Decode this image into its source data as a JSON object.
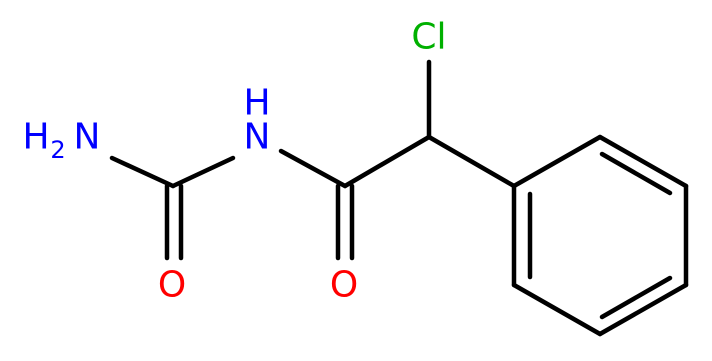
{
  "diagram": {
    "type": "chemical-structure",
    "atoms": {
      "chlorine": {
        "symbol": "Cl",
        "color": "#00b000"
      },
      "amide_nitrogen": {
        "symbol": "H\nN",
        "color": "#0000ff"
      },
      "amine": {
        "main": "H",
        "subscript": "2",
        "tail": "N",
        "color": "#0000ff"
      },
      "urea_oxygen": {
        "symbol": "O",
        "color": "#ff0000"
      },
      "acyl_oxygen": {
        "symbol": "O",
        "color": "#ff0000"
      }
    },
    "labels": {
      "cl": "Cl",
      "nh_h": "H",
      "nh_n": "N",
      "nh2_h": "H",
      "nh2_sub": "2",
      "nh2_n": "N",
      "o1": "O",
      "o2": "O"
    },
    "colors": {
      "bond": "#000000",
      "nitrogen": "#0000ff",
      "oxygen": "#ff0000",
      "chlorine": "#00b000",
      "background": "#ffffff"
    }
  }
}
